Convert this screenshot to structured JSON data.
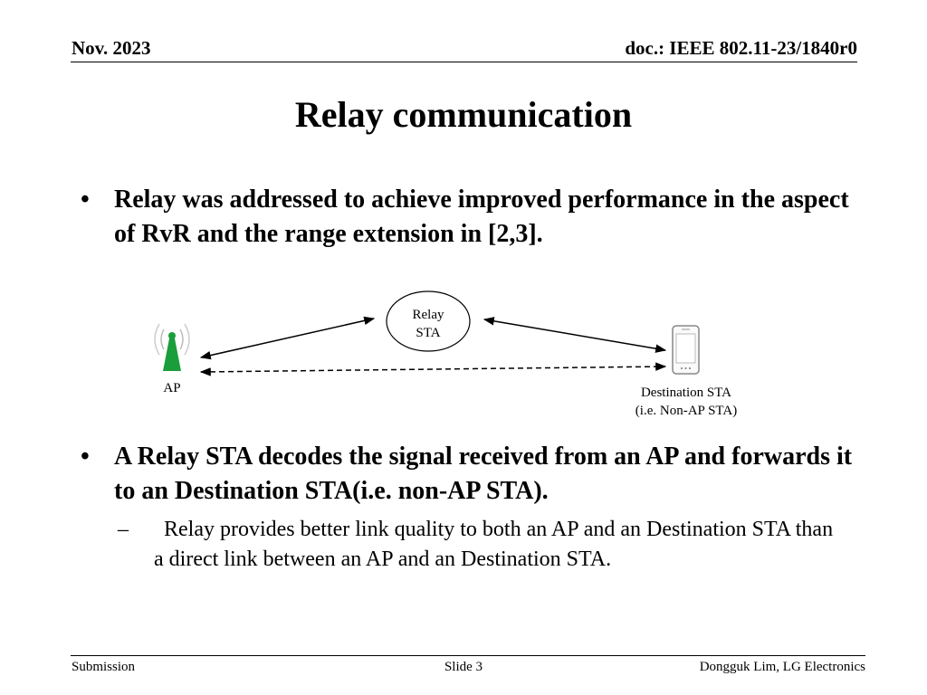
{
  "header": {
    "date": "Nov. 2023",
    "doc_id": "doc.: IEEE 802.11-23/1840r0"
  },
  "slide": {
    "title": "Relay communication",
    "bullets": [
      {
        "marker": "•",
        "text": "Relay was addressed to achieve improved performance in the aspect of RvR and the range extension in [2,3]."
      },
      {
        "marker": "•",
        "text": "A Relay STA decodes the signal received from an AP and forwards it to an Destination STA(i.e. non-AP STA)."
      }
    ],
    "sub_bullet": {
      "marker": "–",
      "text": "Relay provides better link quality to both an AP and an Destination STA than a direct link between an AP and an Destination STA."
    }
  },
  "diagram": {
    "ap_label": "AP",
    "relay_label_line1": "Relay",
    "relay_label_line2": "STA",
    "dest_label_line1": "Destination STA",
    "dest_label_line2": "(i.e. Non-AP STA)",
    "ap_icon": "antenna-tower-icon",
    "dest_icon": "smartphone-icon",
    "ap_color": "#1a9e3a"
  },
  "footer": {
    "left": "Submission",
    "center": "Slide 3",
    "right": "Dongguk Lim, LG Electronics"
  }
}
